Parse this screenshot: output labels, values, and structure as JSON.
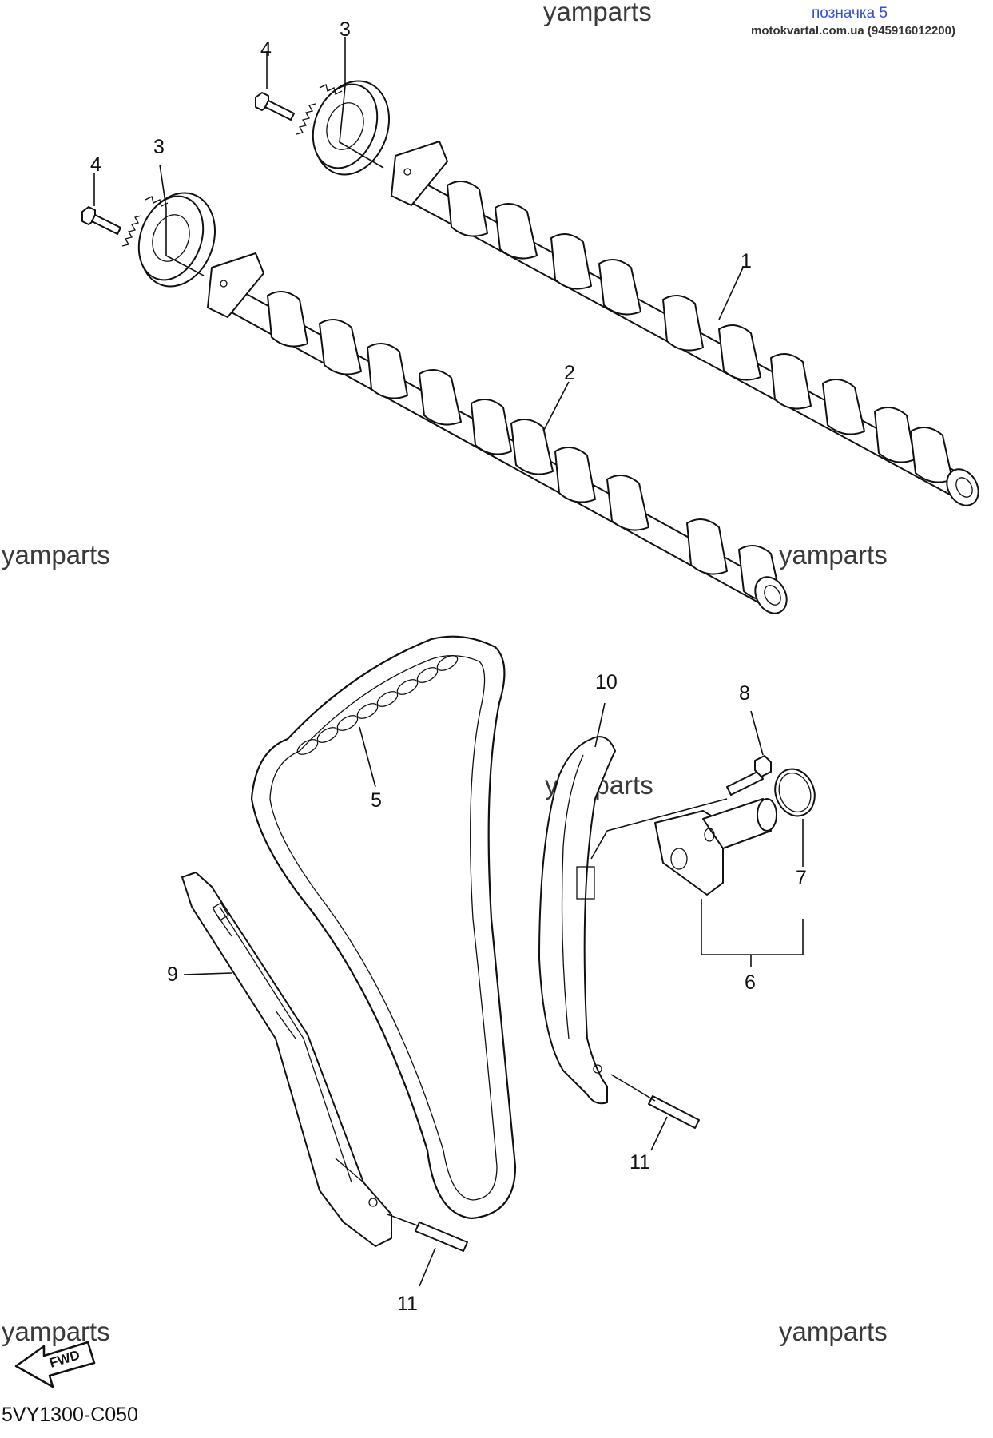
{
  "header": {
    "tag": "позначка 5",
    "site": "motokvartal.com.ua (945916012200)"
  },
  "watermarks": [
    "yamparts",
    "yamparts",
    "yamparts",
    "yamparts",
    "yamparts",
    "yamparts"
  ],
  "callouts": {
    "c1": "1",
    "c2": "2",
    "c3a": "3",
    "c3b": "3",
    "c4a": "4",
    "c4b": "4",
    "c5": "5",
    "c6": "6",
    "c7": "7",
    "c8": "8",
    "c9": "9",
    "c10": "10",
    "c11a": "11",
    "c11b": "11"
  },
  "fwd_label": "FWD",
  "diagram_code": "5VY1300-C050"
}
